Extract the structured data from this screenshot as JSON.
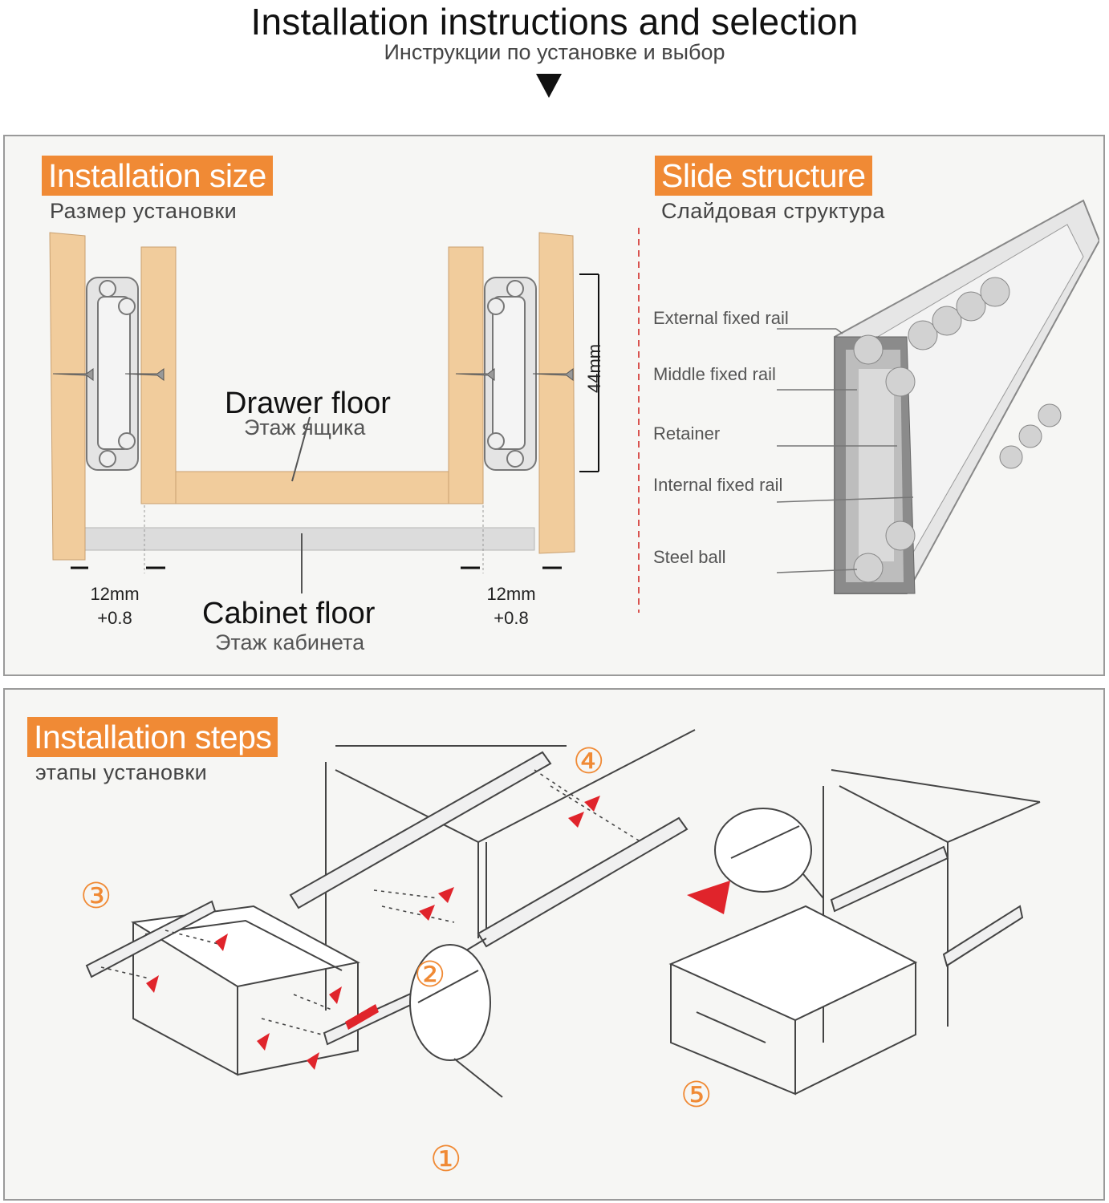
{
  "header": {
    "title": "Installation instructions and selection",
    "subtitle": "Инструкции по установке и выбор"
  },
  "installation_size": {
    "title": "Installation size",
    "subtitle": "Размер установки",
    "drawer_floor": "Drawer floor",
    "drawer_floor_ru": "Этаж ящика",
    "cabinet_floor": "Cabinet floor",
    "cabinet_floor_ru": "Этаж кабинета",
    "height_dim": "44mm",
    "left_gap": "12mm",
    "left_gap_tol": "+0.8",
    "right_gap": "12mm",
    "right_gap_tol": "+0.8"
  },
  "slide_structure": {
    "title": "Slide structure",
    "subtitle": "Слайдовая структура",
    "parts": [
      "External fixed rail",
      "Middle fixed rail",
      "Retainer",
      "Internal fixed rail",
      "Steel ball"
    ]
  },
  "installation_steps": {
    "title": "Installation steps",
    "subtitle": "этапы установки",
    "step_markers": [
      "①",
      "②",
      "③",
      "④",
      "⑤"
    ]
  },
  "colors": {
    "accent": "#f08a35",
    "wood": "#f1cc9c",
    "rail": "#c8c8c8",
    "arrow_red": "#e0242b"
  }
}
